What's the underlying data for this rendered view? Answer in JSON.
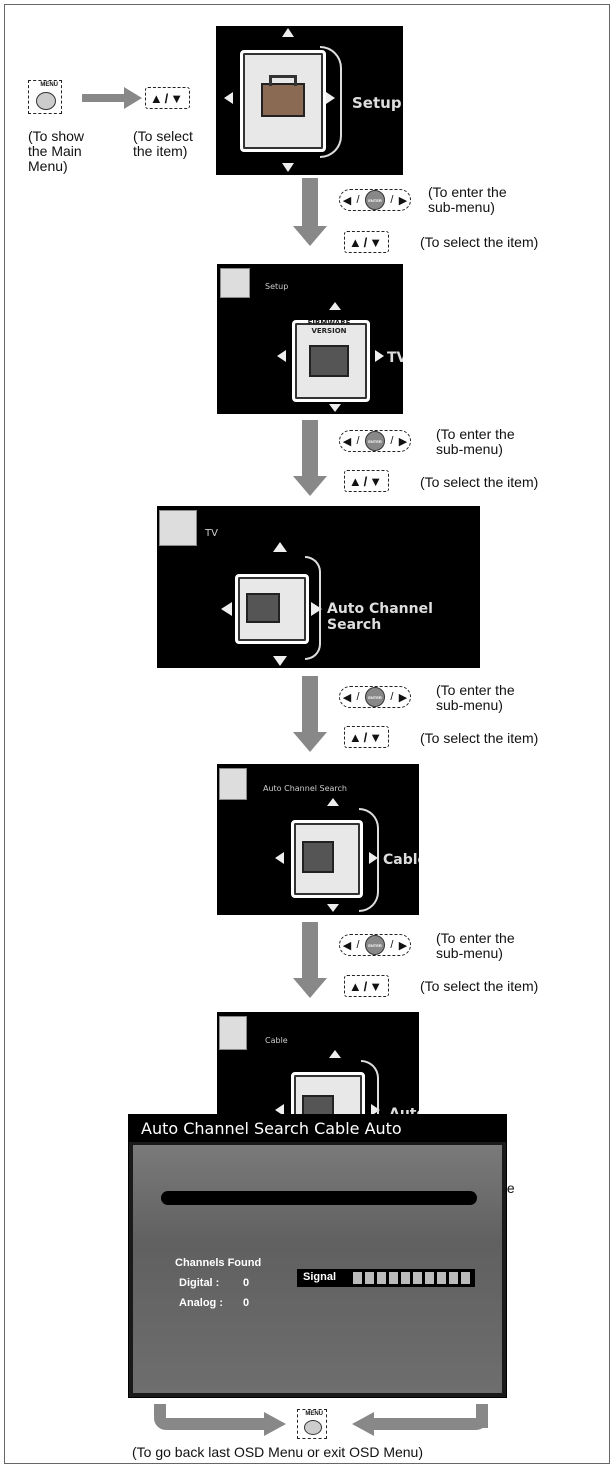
{
  "step0": {
    "menu_key": "MENU",
    "caption_show": [
      "(To show",
      "the Main",
      "Menu)"
    ],
    "caption_select": [
      "(To select",
      "the item)"
    ],
    "updown": "▲/▼",
    "screen_label": "Setup"
  },
  "instructions": {
    "enter_1": "(To enter the",
    "enter_2": "sub-menu)",
    "select": "(To select the item)",
    "enter_key": "ENTER",
    "left_arrow": "◀",
    "right_arrow": "▶",
    "slash": "/"
  },
  "screens": {
    "s2_corner": "Setup",
    "s2_cube_top": "FIRMWARE VERSION",
    "s2_label": "TV",
    "s3_corner": "TV",
    "s3_label": "Auto Channel Search",
    "s4_corner": "Auto Channel Search",
    "s4_label": "Cable",
    "s5_corner": "Cable",
    "s5_label": "Auto"
  },
  "osd": {
    "title": "Auto Channel Search Cable Auto",
    "channels_found": "Channels Found",
    "digital_label": "Digital :",
    "digital_value": "0",
    "analog_label": "Analog :",
    "analog_value": "0",
    "signal_label": "Signal",
    "signal_bars": 10
  },
  "footer": {
    "menu_key": "MENU",
    "caption": "(To go back last OSD Menu or exit OSD Menu)"
  }
}
